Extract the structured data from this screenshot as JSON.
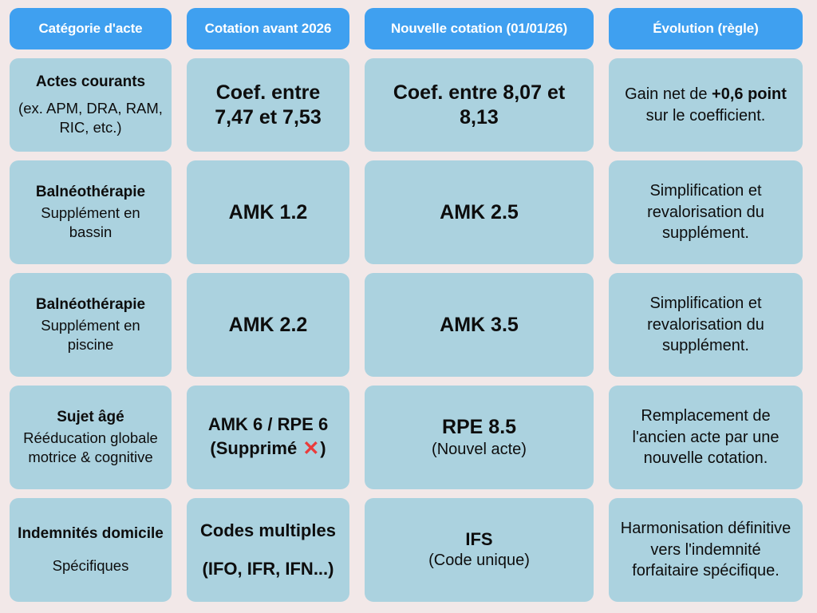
{
  "page": {
    "background_color": "#f2e8e8",
    "header_color": "#3fa0f0",
    "cell_color": "#abd2df",
    "xmark_color": "#ea3c3c"
  },
  "table": {
    "headers": [
      {
        "label": "Catégorie d'acte"
      },
      {
        "label": "Cotation avant 2026"
      },
      {
        "label": "Nouvelle cotation (01/01/26)"
      },
      {
        "label": "Évolution (règle)"
      }
    ],
    "rows": [
      {
        "category_title": "Actes courants",
        "category_sub": "(ex. APM, DRA, RAM, RIC, etc.)",
        "old_main": "Coef. entre 7,47 et 7,53",
        "old_sub": "",
        "new_main": "Coef. entre 8,07 et 8,13",
        "new_sub": "",
        "evolution_pre": "Gain net de ",
        "evolution_bold": "+0,6 point",
        "evolution_post": " sur le coefficient."
      },
      {
        "category_title": "Balnéothérapie",
        "category_sub": "Supplément en bassin",
        "old_main": "AMK 1.2",
        "old_sub": "",
        "new_main": "AMK 2.5",
        "new_sub": "",
        "evolution_pre": "Simplification et revalorisation du supplément.",
        "evolution_bold": "",
        "evolution_post": ""
      },
      {
        "category_title": "Balnéothérapie",
        "category_sub": "Supplément en piscine",
        "old_main": "AMK 2.2",
        "old_sub": "",
        "new_main": "AMK 3.5",
        "new_sub": "",
        "evolution_pre": "Simplification et revalorisation du supplément.",
        "evolution_bold": "",
        "evolution_post": ""
      },
      {
        "category_title": "Sujet âgé",
        "category_sub": "Rééducation globale motrice & cognitive",
        "old_main": "AMK 6 / RPE 6",
        "old_sub_bold_open": "(Supprimé ",
        "old_sub_xmark": "✕",
        "old_sub_bold_close": ")",
        "new_main": "RPE 8.5",
        "new_sub": "(Nouvel acte)",
        "evolution_pre": "Remplacement de l'ancien acte par une nouvelle cotation.",
        "evolution_bold": "",
        "evolution_post": ""
      },
      {
        "category_title": "Indemnités domicile",
        "category_sub": "Spécifiques",
        "old_main": "Codes multiples",
        "old_sub": "(IFO, IFR, IFN...)",
        "new_main": "IFS",
        "new_sub": "(Code unique)",
        "evolution_pre": "Harmonisation définitive vers l'indemnité forfaitaire spécifique.",
        "evolution_bold": "",
        "evolution_post": ""
      }
    ]
  }
}
